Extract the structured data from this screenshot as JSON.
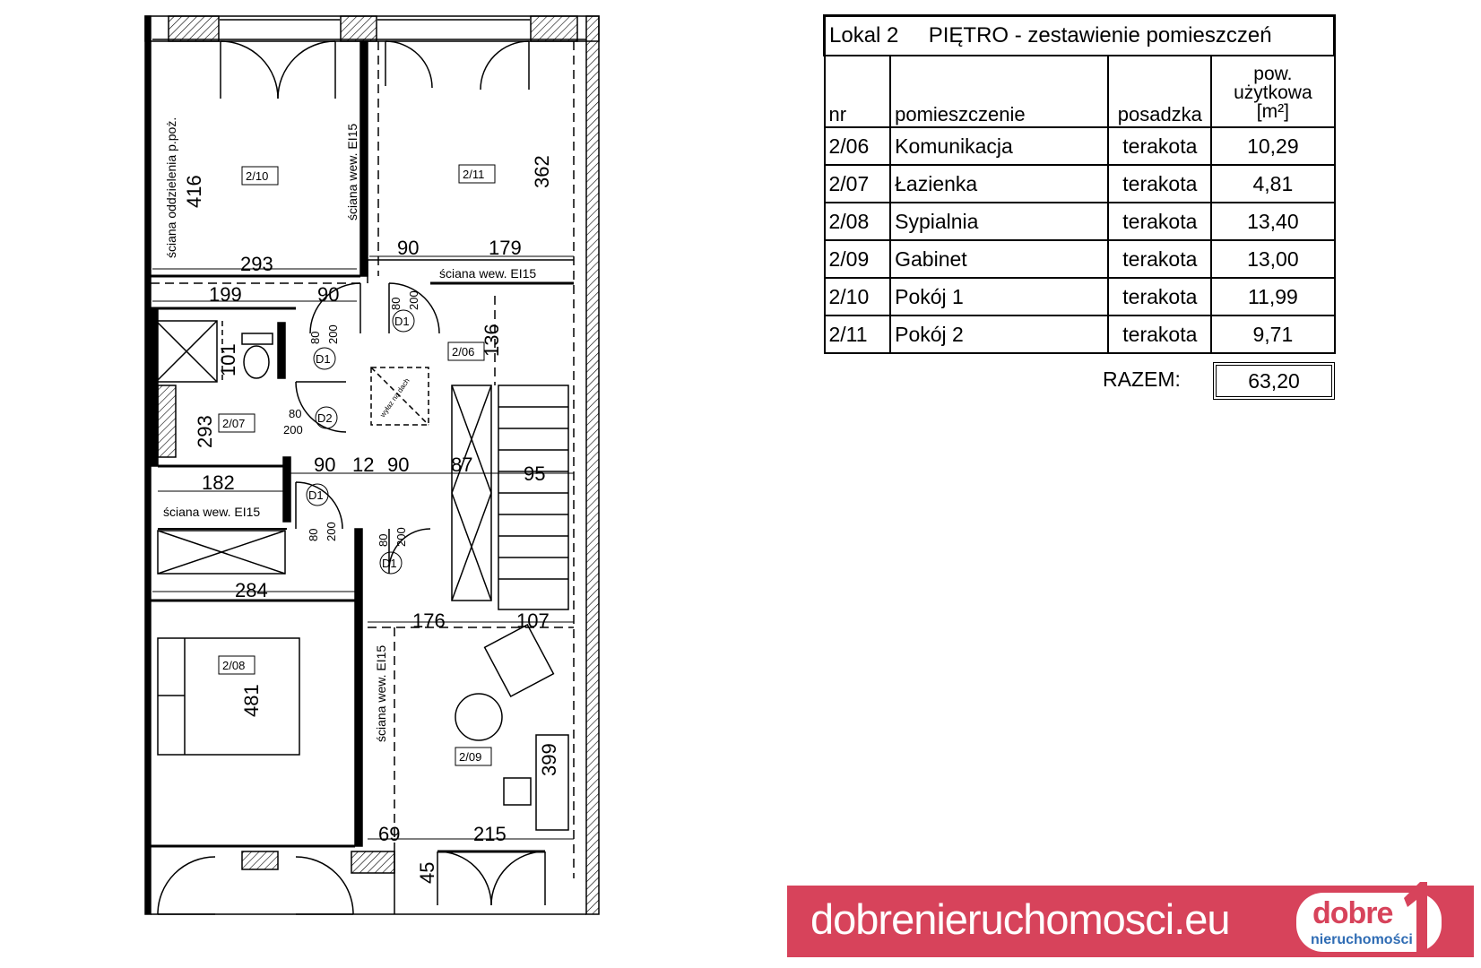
{
  "plan": {
    "dims": {
      "d416": "416",
      "d362": "362",
      "d293a": "293",
      "d90a": "90",
      "d179": "179",
      "d199": "199",
      "d90b": "90",
      "d136": "136",
      "d101": "101",
      "d293b": "293",
      "d90c": "90",
      "d12": "12",
      "d90d": "90",
      "d87": "87",
      "d95": "95",
      "d182": "182",
      "d284": "284",
      "d176": "176",
      "d107": "107",
      "d481": "481",
      "d399": "399",
      "d69": "69",
      "d215": "215",
      "d45": "45"
    },
    "walls": {
      "w1": "ściana oddzielenia p.poż.",
      "w2": "ściana wew. EI15",
      "w3": "ściana wew. EI15",
      "w4": "ściana wew. EI15",
      "w5": "ściana wew. EI15"
    },
    "rooms": {
      "r10": "2/10",
      "r11": "2/11",
      "r06": "2/06",
      "r07": "2/07",
      "r08": "2/08",
      "r09": "2/09"
    },
    "doors": {
      "d1a": "D1",
      "d1b": "D1",
      "d2": "D2",
      "d1c": "D1",
      "d1d": "D1",
      "s80": "80",
      "s200": "200"
    },
    "hatch": "wyłaz na dach"
  },
  "table": {
    "title_lokal": "Lokal 2",
    "title_rest": "PIĘTRO - zestawienie pomieszczeń",
    "headers": {
      "nr": "nr",
      "name": "pomieszczenie",
      "floor": "posadzka",
      "area_1": "pow.",
      "area_2": "użytkowa",
      "area_3": "[m²]"
    },
    "rows": [
      {
        "nr": "2/06",
        "name": "Komunikacja",
        "floor": "terakota",
        "area": "10,29"
      },
      {
        "nr": "2/07",
        "name": "Łazienka",
        "floor": "terakota",
        "area": "4,81"
      },
      {
        "nr": "2/08",
        "name": "Sypialnia",
        "floor": "terakota",
        "area": "13,40"
      },
      {
        "nr": "2/09",
        "name": "Gabinet",
        "floor": "terakota",
        "area": "13,00"
      },
      {
        "nr": "2/10",
        "name": "Pokój 1",
        "floor": "terakota",
        "area": "11,99"
      },
      {
        "nr": "2/11",
        "name": "Pokój 2",
        "floor": "terakota",
        "area": "9,71"
      }
    ],
    "total_label": "RAZEM:",
    "total_value": "63,20"
  },
  "banner": {
    "url": "dobrenieruchomosci.eu",
    "logo_top": "dobre",
    "logo_bottom": "nieruchomości",
    "color": "#d7435b",
    "logo_blue": "#2f6cb4"
  }
}
